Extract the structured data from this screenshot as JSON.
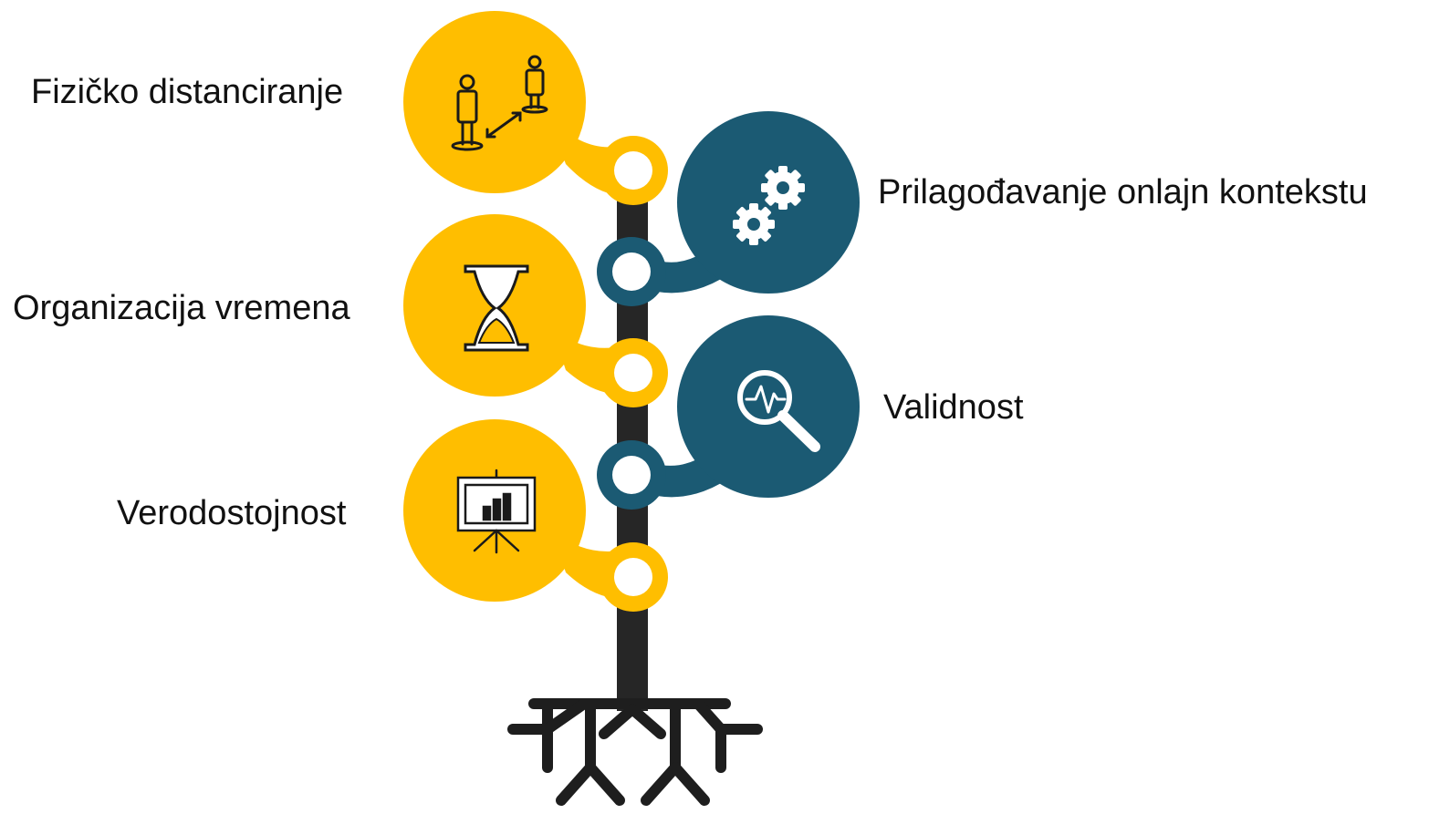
{
  "colors": {
    "yellow": "#FFBE00",
    "teal": "#1B5A73",
    "stem": "#262626",
    "text": "#111111"
  },
  "items": [
    {
      "label": "Fizičko distanciranje",
      "side": "left",
      "color": "yellow",
      "icon": "people-distance-icon"
    },
    {
      "label": "Prilagođavanje onlajn kontekstu",
      "side": "right",
      "color": "teal",
      "icon": "gears-icon"
    },
    {
      "label": "Organizacija vremena",
      "side": "left",
      "color": "yellow",
      "icon": "hourglass-icon"
    },
    {
      "label": "Validnost",
      "side": "right",
      "color": "teal",
      "icon": "magnifier-pulse-icon"
    },
    {
      "label": "Verodostojnost",
      "side": "left",
      "color": "yellow",
      "icon": "presentation-board-icon"
    }
  ]
}
